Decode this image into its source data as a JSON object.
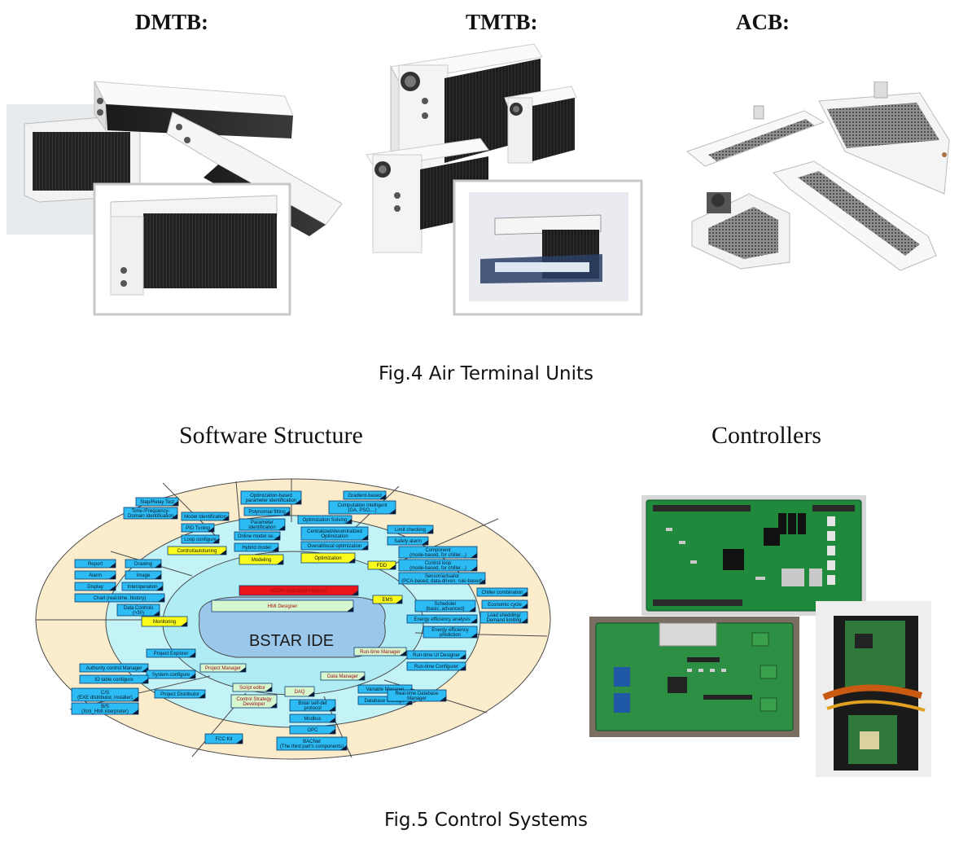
{
  "fig4": {
    "units": [
      {
        "title": "DMTB:"
      },
      {
        "title": "TMTB:"
      },
      {
        "title": "ACB:"
      }
    ],
    "caption": "Fig.4 Air Terminal Units"
  },
  "fig5": {
    "software_title": "Software Structure",
    "controllers_title": "Controllers",
    "caption": "Fig.5 Control Systems"
  },
  "diagram": {
    "center_label": "BSTAR IDE",
    "boxes": [
      {
        "id": "step-relay-test",
        "text": [
          "Step/Relay Test"
        ],
        "style": "blue"
      },
      {
        "id": "time-frequency-domain",
        "text": [
          "Time-/Frequency-",
          "Domain Identification"
        ],
        "style": "blue"
      },
      {
        "id": "model-identification",
        "text": [
          "Model Identification"
        ],
        "style": "blue"
      },
      {
        "id": "pid-tuning",
        "text": [
          "PID Tuning"
        ],
        "style": "blue"
      },
      {
        "id": "loop-configure",
        "text": [
          "Loop configure"
        ],
        "style": "blue"
      },
      {
        "id": "control-autotuning",
        "text": [
          "Control/autotuning"
        ],
        "style": "yellow"
      },
      {
        "id": "optimization-based-param",
        "text": [
          "Optimization-based",
          "parameter identification"
        ],
        "style": "blue"
      },
      {
        "id": "polynomial-fitting",
        "text": [
          "Polynomial fitting"
        ],
        "style": "blue"
      },
      {
        "id": "parameter-identification",
        "text": [
          "Parameter",
          "identification"
        ],
        "style": "blue"
      },
      {
        "id": "online-model-setup",
        "text": [
          "Online model se..."
        ],
        "style": "blue"
      },
      {
        "id": "hybrid-model",
        "text": [
          "Hybrid model"
        ],
        "style": "blue"
      },
      {
        "id": "modeling",
        "text": [
          "Modeling"
        ],
        "style": "yellow"
      },
      {
        "id": "gradient-based",
        "text": [
          "Gradient-based"
        ],
        "style": "blue"
      },
      {
        "id": "computation-intelligent",
        "text": [
          "Computation intelligent",
          "(GA, PSO,...)"
        ],
        "style": "blue"
      },
      {
        "id": "optimization-solving",
        "text": [
          "Optimization Solving"
        ],
        "style": "blue"
      },
      {
        "id": "centralized-decentralized",
        "text": [
          "Centralized/decentralized",
          "Optimization"
        ],
        "style": "blue"
      },
      {
        "id": "overall-local-optimization",
        "text": [
          "Overall/local optimization"
        ],
        "style": "blue"
      },
      {
        "id": "optimization",
        "text": [
          "Optimization"
        ],
        "style": "yellow"
      },
      {
        "id": "limit-checking",
        "text": [
          "Limit checking"
        ],
        "style": "blue"
      },
      {
        "id": "safety-alarm",
        "text": [
          "Safety alarm"
        ],
        "style": "blue"
      },
      {
        "id": "component",
        "text": [
          "Component",
          "(mode-based, for chiller...)"
        ],
        "style": "blue"
      },
      {
        "id": "control-loop",
        "text": [
          "Control loop",
          "(mode-based, for chiller...)"
        ],
        "style": "blue"
      },
      {
        "id": "sensor-actuator",
        "text": [
          "Sensor/actuator",
          "(PCA-based, data-driven, rule-based)"
        ],
        "style": "blue"
      },
      {
        "id": "fdd",
        "text": [
          "FDD"
        ],
        "style": "yellow"
      },
      {
        "id": "report",
        "text": [
          "Report"
        ],
        "style": "blue"
      },
      {
        "id": "drawing",
        "text": [
          "Drawing"
        ],
        "style": "blue"
      },
      {
        "id": "alarm",
        "text": [
          "Alarm"
        ],
        "style": "blue"
      },
      {
        "id": "image",
        "text": [
          "Image"
        ],
        "style": "blue"
      },
      {
        "id": "display",
        "text": [
          "Display"
        ],
        "style": "blue"
      },
      {
        "id": "interoperation",
        "text": [
          "Interoperation"
        ],
        "style": "blue"
      },
      {
        "id": "chart",
        "text": [
          "Chart (real-time, history)"
        ],
        "style": "blue"
      },
      {
        "id": "data-controls",
        "text": [
          "Data Controls",
          "(>30)"
        ],
        "style": "blue"
      },
      {
        "id": "monitoring",
        "text": [
          "Monitoring"
        ],
        "style": "yellow"
      },
      {
        "id": "acmv-dedicated-modules",
        "text": [
          "ACMV-dedicated Modules"
        ],
        "style": "red"
      },
      {
        "id": "hmi-designer",
        "text": [
          "HMI Designer"
        ],
        "style": "green"
      },
      {
        "id": "ems",
        "text": [
          "EMS"
        ],
        "style": "yellow"
      },
      {
        "id": "chiller-combination",
        "text": [
          "Chiller combination"
        ],
        "style": "blue"
      },
      {
        "id": "scheduler",
        "text": [
          "Scheduler",
          "(basic, advanced)"
        ],
        "style": "blue"
      },
      {
        "id": "economic-cycle",
        "text": [
          "Economic cycle"
        ],
        "style": "blue"
      },
      {
        "id": "energy-efficiency-analysis",
        "text": [
          "Energy efficiency analysis"
        ],
        "style": "blue"
      },
      {
        "id": "load-shedding",
        "text": [
          "Load shedding/",
          "Demand limiting"
        ],
        "style": "blue"
      },
      {
        "id": "energy-efficiency-prediction",
        "text": [
          "Energy efficiency",
          "prediction"
        ],
        "style": "blue"
      },
      {
        "id": "project-explorer",
        "text": [
          "Project Explorer"
        ],
        "style": "blue"
      },
      {
        "id": "authority-control-manager",
        "text": [
          "Authority control Manager"
        ],
        "style": "blue"
      },
      {
        "id": "system-configure",
        "text": [
          "System configure"
        ],
        "style": "blue"
      },
      {
        "id": "io-table-configure",
        "text": [
          "IO table configure"
        ],
        "style": "blue"
      },
      {
        "id": "project-manager",
        "text": [
          "Project Manager"
        ],
        "style": "green"
      },
      {
        "id": "cs-exe",
        "text": [
          "C/S",
          "(EXE distributor, installer)"
        ],
        "style": "blue"
      },
      {
        "id": "project-distributor",
        "text": [
          "Project Distributor"
        ],
        "style": "blue"
      },
      {
        "id": "bs-xml",
        "text": [
          "B/S",
          "(Xml_HMI interpreter)"
        ],
        "style": "blue"
      },
      {
        "id": "run-time-manager",
        "text": [
          "Run-time Manager"
        ],
        "style": "green"
      },
      {
        "id": "run-time-ui-designer",
        "text": [
          "Run-time UI Designer"
        ],
        "style": "blue"
      },
      {
        "id": "run-time-configurer",
        "text": [
          "Run-time Configurer"
        ],
        "style": "blue"
      },
      {
        "id": "script-editor",
        "text": [
          "Script editor"
        ],
        "style": "green"
      },
      {
        "id": "control-strategy-developer",
        "text": [
          "Control Strategy",
          "Developer"
        ],
        "style": "green"
      },
      {
        "id": "data-manager",
        "text": [
          "Data Manager"
        ],
        "style": "green"
      },
      {
        "id": "daq",
        "text": [
          "DAQ"
        ],
        "style": "green"
      },
      {
        "id": "variable-manager",
        "text": [
          "Variable Manager"
        ],
        "style": "blue"
      },
      {
        "id": "database-manager",
        "text": [
          "Database Manager"
        ],
        "style": "blue"
      },
      {
        "id": "real-time-database-manager",
        "text": [
          "Real-time Database",
          "Manager"
        ],
        "style": "blue"
      },
      {
        "id": "bstar-self-def",
        "text": [
          "Bstar self-def",
          "protocol"
        ],
        "style": "blue"
      },
      {
        "id": "modbus",
        "text": [
          "Modbus"
        ],
        "style": "blue"
      },
      {
        "id": "opc",
        "text": [
          "OPC"
        ],
        "style": "blue"
      },
      {
        "id": "bacnet",
        "text": [
          "BACNet",
          "(The third part's components)"
        ],
        "style": "blue"
      },
      {
        "id": "fcc-kit",
        "text": [
          "FCC Kit"
        ],
        "style": "blue"
      }
    ]
  }
}
